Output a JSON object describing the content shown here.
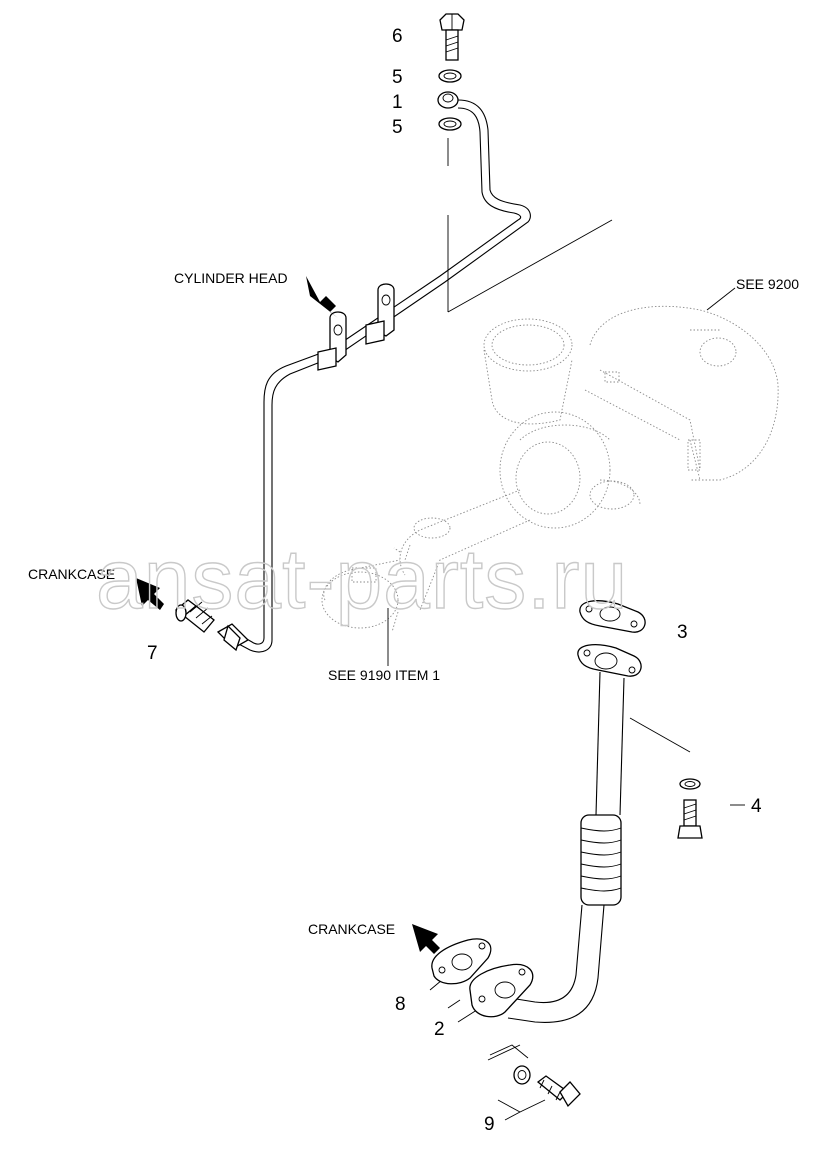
{
  "labels": {
    "cylinder_head": "CYLINDER HEAD",
    "crankcase_upper": "CRANKCASE",
    "crankcase_lower": "CRANKCASE",
    "see_9200": "SEE 9200",
    "see_9190": "SEE 9190 ITEM 1"
  },
  "callouts": {
    "n6": "6",
    "n5a": "5",
    "n1": "1",
    "n5b": "5",
    "n7": "7",
    "n3": "3",
    "n4": "4",
    "n8": "8",
    "n2": "2",
    "n9": "9"
  },
  "watermark": "ansat-parts.ru",
  "colors": {
    "line": "#000000",
    "ghost": "#8a8a8a",
    "watermark": "#c9c9c9"
  }
}
